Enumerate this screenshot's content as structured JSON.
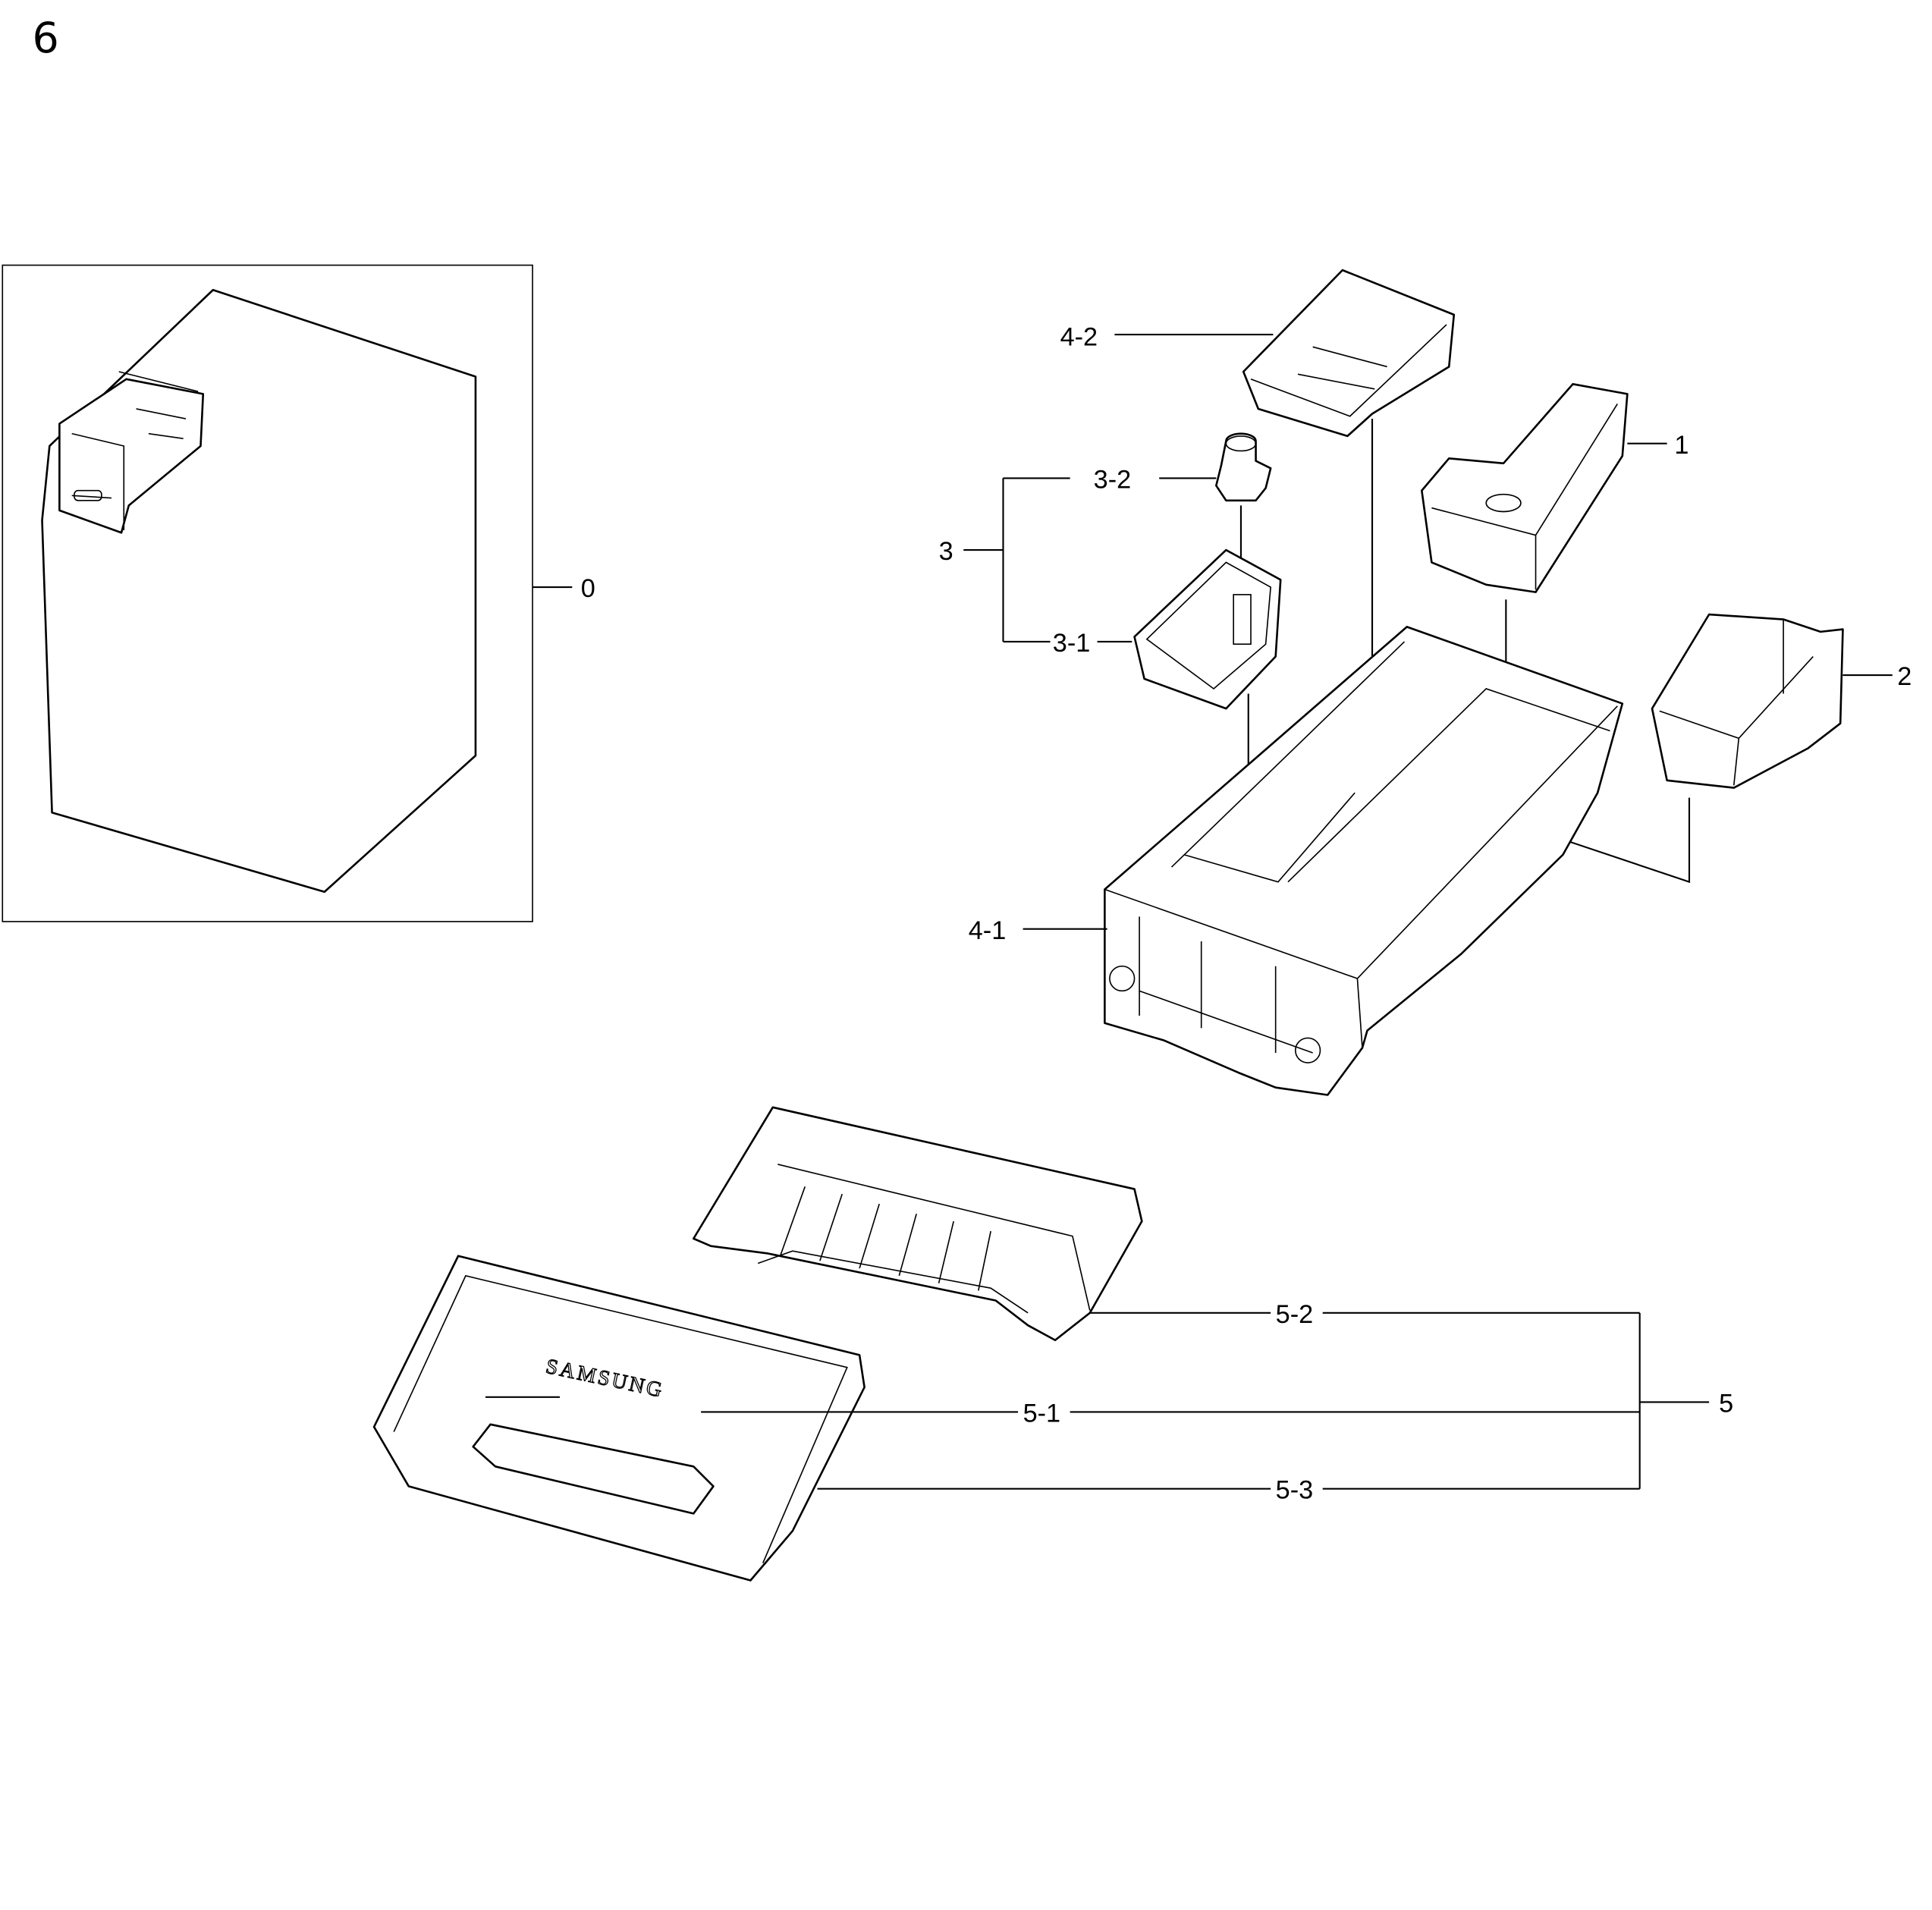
{
  "page_number": "6",
  "brand_lettering": "SAMSUNG",
  "callouts": {
    "c0": "0",
    "c1": "1",
    "c2": "2",
    "c3": "3",
    "c3_1": "3-1",
    "c3_2": "3-2",
    "c4_1": "4-1",
    "c4_2": "4-2",
    "c5": "5",
    "c5_1": "5-1",
    "c5_2": "5-2",
    "c5_3": "5-3"
  }
}
